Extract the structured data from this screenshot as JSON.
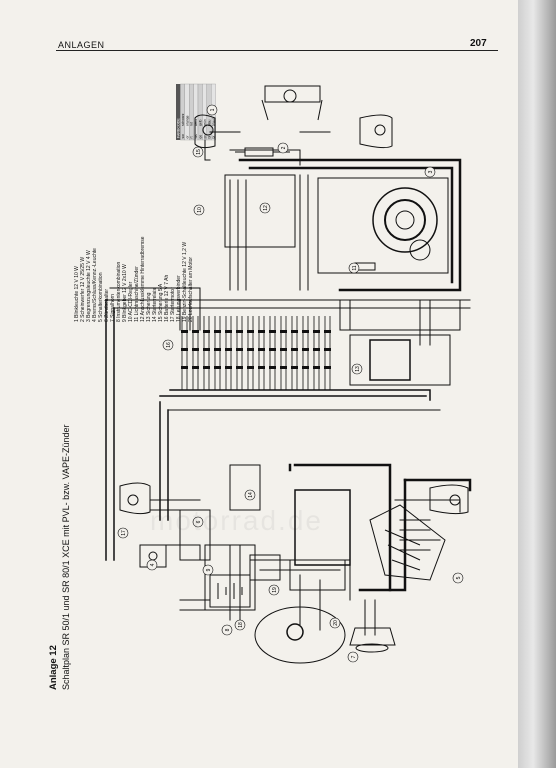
{
  "header": {
    "section": "ANLAGEN",
    "page_number": "207"
  },
  "title": {
    "appendix": "Anlage 12",
    "caption": "Schaltplan SR 50/1 und SR 80/1 XCE mit PVL- bzw. VAPE-Zünder"
  },
  "color_code": {
    "heading": "FARBCODE",
    "entries": [
      {
        "abbr": "sw",
        "name": "schwarz"
      },
      {
        "abbr": "or",
        "name": "orange"
      },
      {
        "abbr": "rt",
        "name": "rot"
      },
      {
        "abbr": "ws",
        "name": "weiß"
      },
      {
        "abbr": "ge",
        "name": "gelb"
      },
      {
        "abbr": "gn",
        "name": "grün"
      },
      {
        "abbr": "bl",
        "name": "blau"
      },
      {
        "abbr": "br",
        "name": "braun"
      }
    ]
  },
  "components_legend": [
    "1   Blinkleuchte 12 V 10 W",
    "2   Scheinwerfer 12 V 25/25 W",
    "3   Begrenzungsleuchte 12 V 4 W",
    "4   Brems/Schluss/Kennz.-Leuchte",
    "5   Schalterkombination",
    "6   Zündschalter",
    "7   Signalhorn",
    "8   Instrumentenkombination",
    "9   Blinkgeber 12 V 2x10 W",
    "10  AC-CDI-Regler",
    "11  Lichtmaschine/Zünder",
    "12  Anschlussklemme Hinterradbremse",
    "13  Sicherung",
    "14  Starterrelais",
    "15  Sicherung 5 A",
    "16  Batterie 12 V 7 Ah",
    "17  Startermotor",
    "18  Leitungsverbinder",
    "19  Benzin-Schaltleuchte 12 V 1,2 W",
    "20  Leerlaufschalter am Motor"
  ],
  "callouts": [
    "1",
    "2",
    "3",
    "4",
    "5",
    "6",
    "7",
    "8",
    "9",
    "10",
    "11",
    "12",
    "13",
    "14",
    "15",
    "16",
    "17",
    "18",
    "19",
    "20"
  ],
  "colors": {
    "paper": "#f3f1ec",
    "ink": "#111111"
  },
  "icons": [
    "headlight-symbol",
    "bulb-symbol",
    "horn-symbol",
    "battery-symbol",
    "magneto-symbol",
    "switch-symbol"
  ]
}
